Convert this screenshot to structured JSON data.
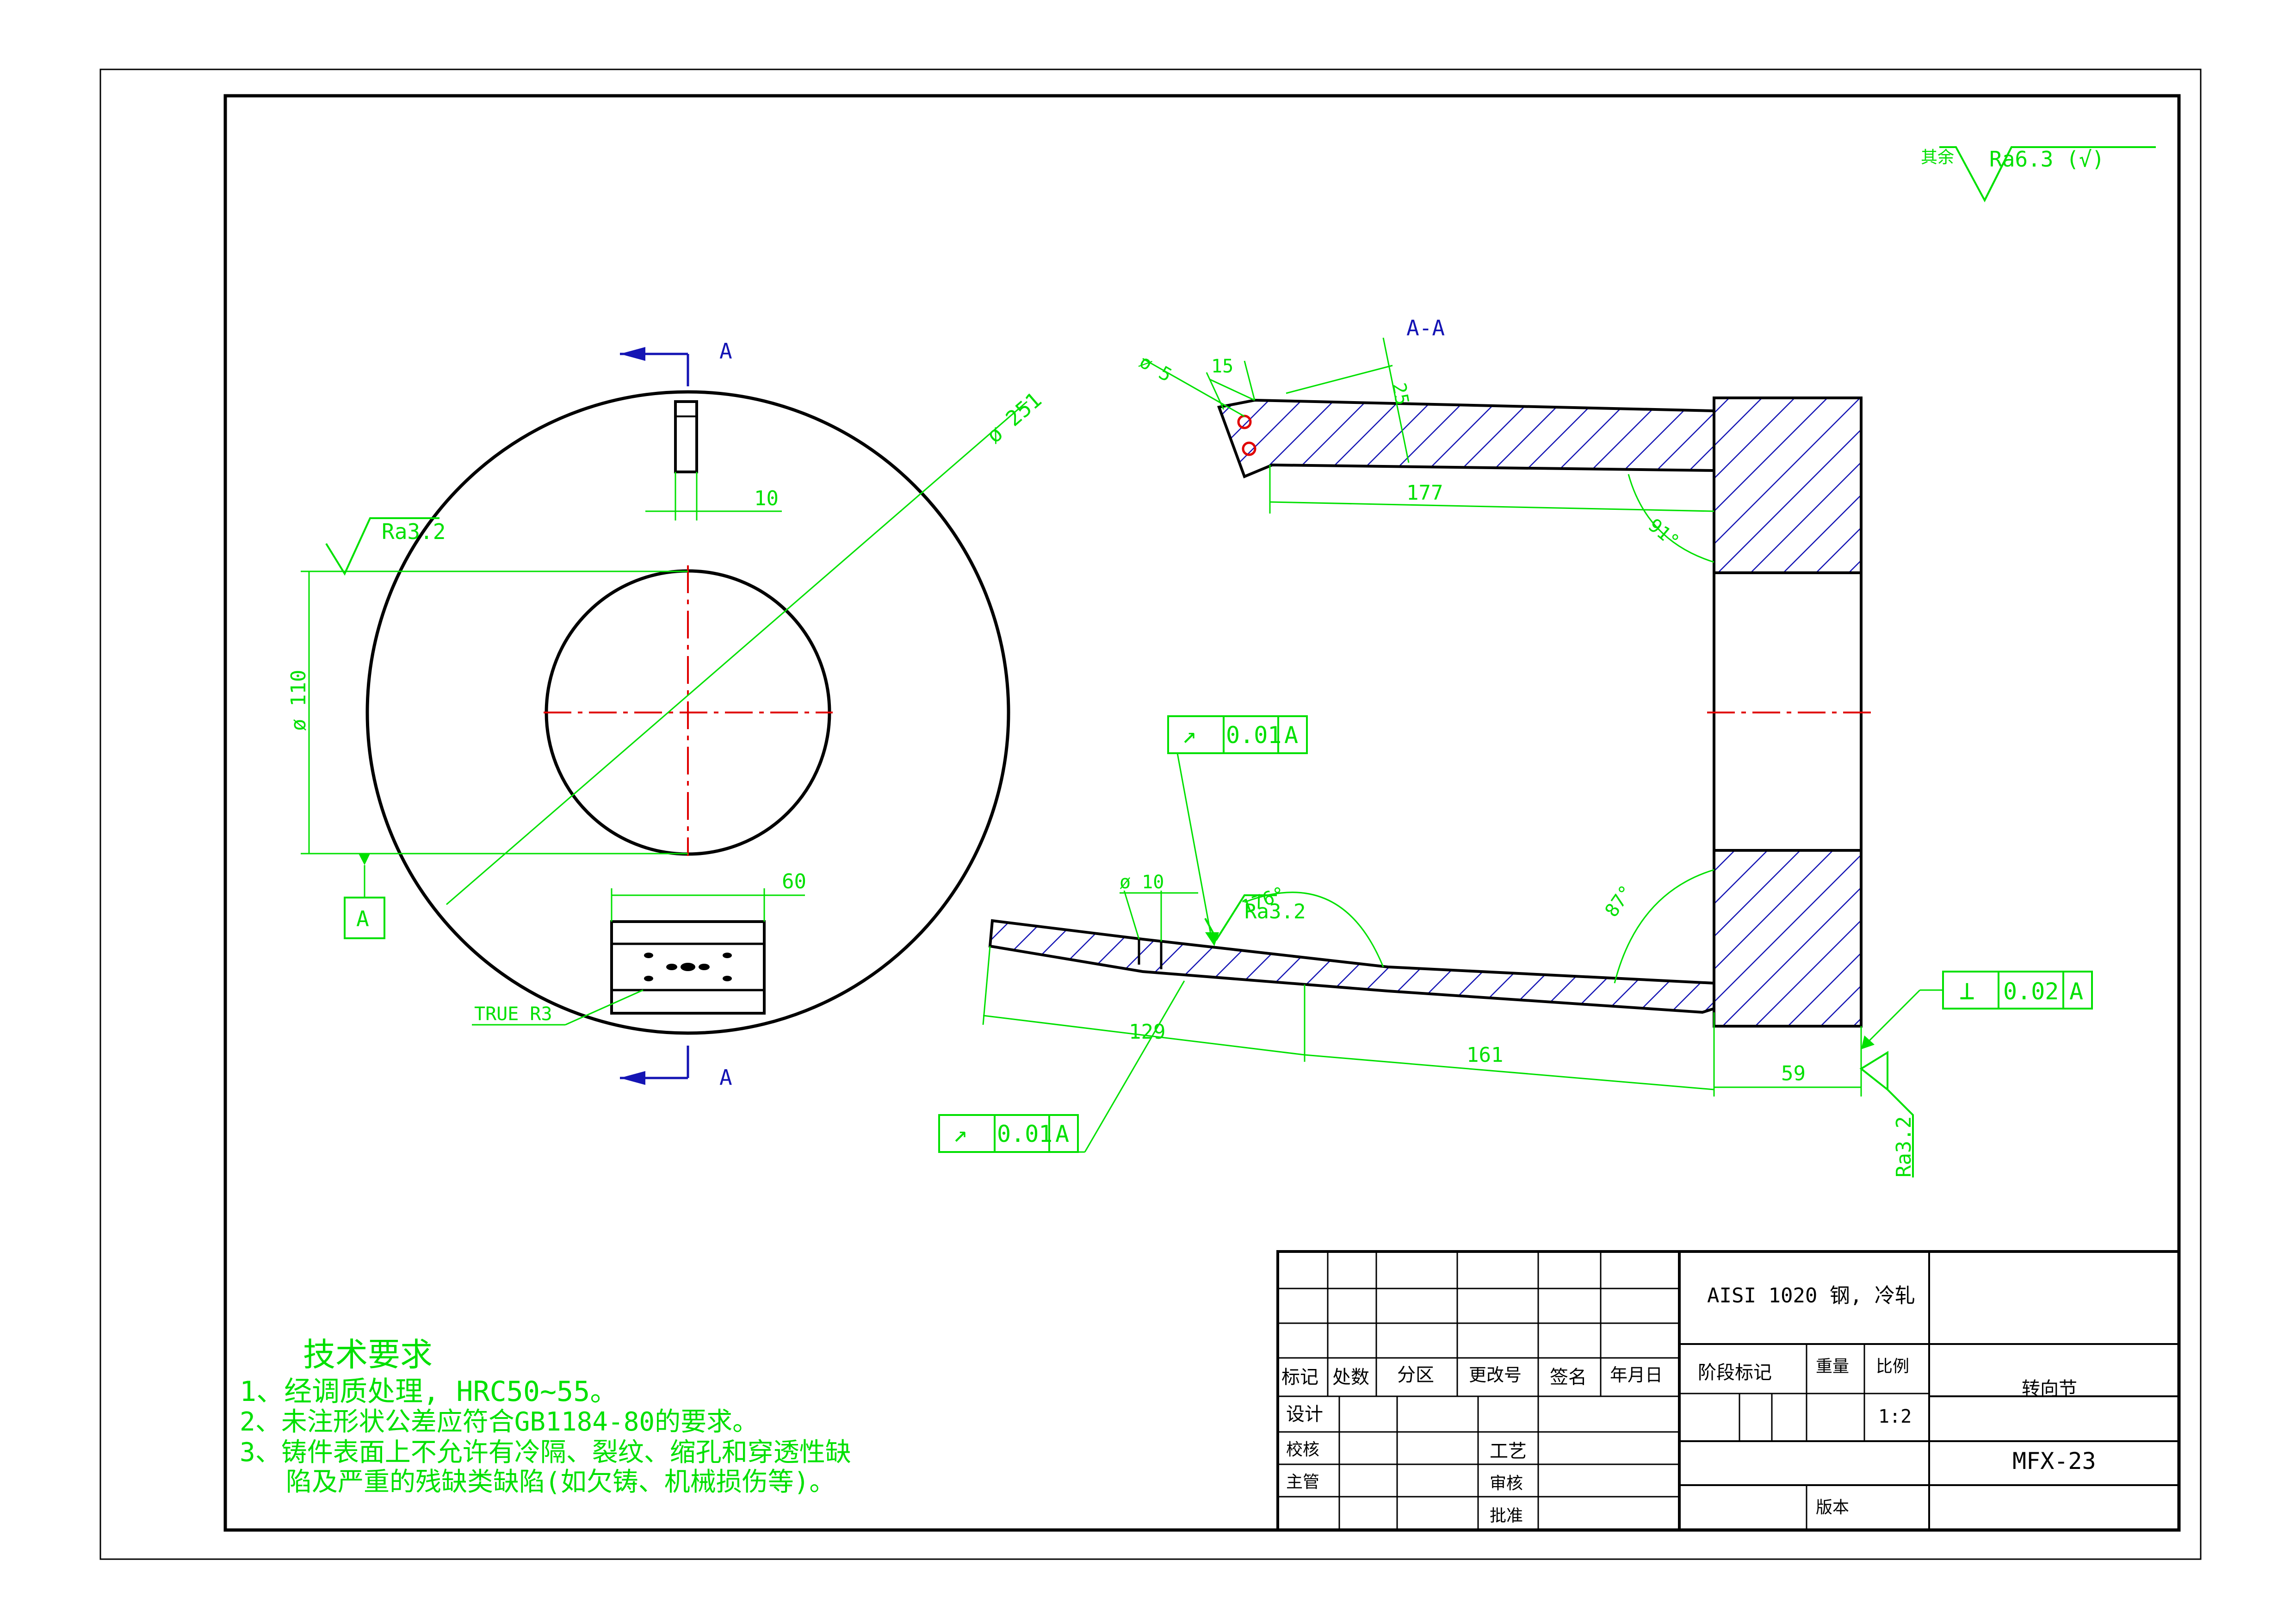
{
  "colors": {
    "outline": "#000000",
    "dimension": "#00e000",
    "hatch": "#1414b4",
    "center_line": "#e00000",
    "section_arrow": "#1414b4"
  },
  "surface_finish": {
    "general_prefix": "其余",
    "general": "Ra6.3 (√)",
    "bore": "Ra3.2",
    "taper": "Ra3.2",
    "face": "Ra3.2"
  },
  "front_view": {
    "section_letter_top": "A",
    "section_letter_bottom": "A",
    "dim_outer_dia": "ø 251",
    "dim_bore_dia": "ø 110",
    "dim_key_width": "10",
    "dim_slot_width": "60",
    "datum_label": "A",
    "note_radius": "TRUE R3"
  },
  "section_view": {
    "title": "A-A",
    "dim_hole_dia_top": "ø 5",
    "dim_15": "15",
    "dim_25": "25",
    "dim_177": "177",
    "angle_91": "91°",
    "angle_87": "87°",
    "angle_176": "176°",
    "dim_hole_dia_bottom": "ø 10",
    "dim_129": "129",
    "dim_161": "161",
    "dim_59": "59"
  },
  "tolerances": [
    {
      "symbol": "↗",
      "value": "0.01",
      "datum": "A"
    },
    {
      "symbol": "↗",
      "value": "0.01",
      "datum": "A"
    },
    {
      "symbol": "⊥",
      "value": "0.02",
      "datum": "A"
    }
  ],
  "tech_requirements": {
    "title": "技术要求",
    "lines": [
      "1、经调质处理, HRC50~55。",
      "2、未注形状公差应符合GB1184-80的要求。",
      "3、铸件表面上不允许有冷隔、裂纹、缩孔和穿透性缺",
      "陷及严重的残缺类缺陷(如欠铸、机械损伤等)。"
    ]
  },
  "title_block": {
    "material": "AISI 1020 钢, 冷轧",
    "part_name": "转向节",
    "drawing_no": "MFX-23",
    "scale": "1:2",
    "headers": {
      "mark": "标记",
      "count": "处数",
      "zone": "分区",
      "change_no": "更改号",
      "sign": "签名",
      "date": "年月日",
      "stage_mark": "阶段标记",
      "weight": "重量",
      "ratio": "比例",
      "design": "设计",
      "check": "校核",
      "supervisor": "主管",
      "process": "工艺",
      "review": "审核",
      "approve": "批准",
      "version": "版本"
    }
  }
}
